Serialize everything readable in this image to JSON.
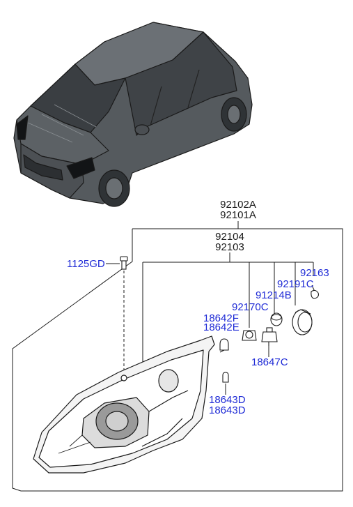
{
  "colors": {
    "line": "#1a1a1a",
    "reference_label": "#1f2bd6",
    "parent_label": "#1a1a1a",
    "background": "#ffffff"
  },
  "labels": {
    "assembly_a": "92102A",
    "assembly_b": "92101A",
    "body_a": "92104",
    "body_b": "92103",
    "screw": "1125GD",
    "cap": "92163",
    "socket_cover": "92191C",
    "grommet": "91214B",
    "socket": "92170C",
    "bulb_f": "18642F",
    "bulb_e": "18642E",
    "bulb_halogen": "18647C",
    "bulb_d1": "18643D",
    "bulb_d2": "18643D"
  }
}
